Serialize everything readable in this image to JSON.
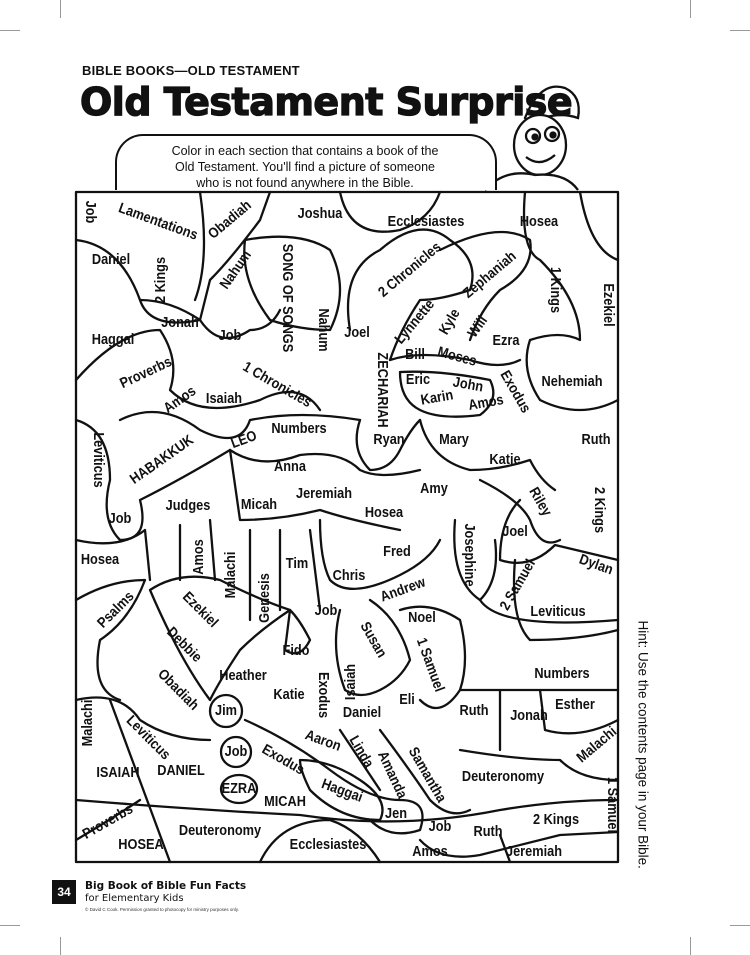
{
  "header": {
    "kicker": "BIBLE BOOKS—OLD TESTAMENT",
    "title": "Old Testament Surprise",
    "instructions": [
      "Color in each section that contains a book of the",
      "Old Testament. You'll find a picture of someone",
      "who is not found anywhere in the Bible."
    ]
  },
  "hint": "Hint: Use the contents page in your Bible.",
  "sections": [
    "Job",
    "Lamentations",
    "Obadiah",
    "Joshua",
    "Ecclesiastes",
    "Hosea",
    "Daniel",
    "2 Kings",
    "Nahum",
    "SONG OF SONGS",
    "2 Chronicles",
    "Zephaniah",
    "1 Kings",
    "Ezekiel",
    "Jonah",
    "Haggai",
    "Job",
    "Nahum",
    "Joel",
    "Lynnette",
    "Kyle",
    "Will",
    "Ezra",
    "Proverbs",
    "1 Chronicles",
    "ZECHARIAH",
    "Bill",
    "Moses",
    "Eric",
    "John",
    "Exodus",
    "Nehemiah",
    "Amos",
    "Isaiah",
    "Karin",
    "Amos",
    "Leviticus",
    "HABAKKUK",
    "LEO",
    "Numbers",
    "Ryan",
    "Mary",
    "Ruth",
    "Katie",
    "Anna",
    "Amy",
    "Jeremiah",
    "Judges",
    "Micah",
    "Riley",
    "2 Kings",
    "Hosea",
    "Job",
    "Joel",
    "Josephine",
    "Fred",
    "Hosea",
    "Amos",
    "Malachi",
    "Tim",
    "Dylan",
    "Genesis",
    "Chris",
    "Andrew",
    "2 Samuel",
    "Psalms",
    "Ezekiel",
    "Job",
    "Noel",
    "Leviticus",
    "Susan",
    "Debbie",
    "1 Samuel",
    "Fido",
    "Isaiah",
    "Obadiah",
    "Heather",
    "Numbers",
    "Exodus",
    "Katie",
    "Leviticus",
    "Malachi",
    "Eli",
    "Ruth",
    "Jonah",
    "Esther",
    "Jim",
    "Daniel",
    "Aaron",
    "Linda",
    "Samantha",
    "Amanda",
    "Job",
    "Exodus",
    "Malachi",
    "ISAIAH",
    "DANIEL",
    "Deuteronomy",
    "EZRA",
    "MICAH",
    "Haggai",
    "1 Samuel",
    "Jen",
    "2 Kings",
    "Proverbs",
    "Job",
    "Ruth",
    "Deuteronomy",
    "Ecclesiastes",
    "HOSEA",
    "Amos",
    "Jeremiah"
  ],
  "footer": {
    "page_number": "34",
    "book_title": "Big Book of Bible Fun Facts",
    "book_subtitle": "for Elementary Kids",
    "copyright": "© David C Cook. Permission granted to photocopy for ministry purposes only."
  }
}
